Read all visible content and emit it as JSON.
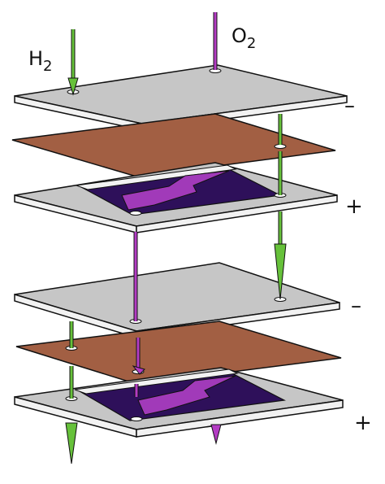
{
  "labels": {
    "h2": "H",
    "h2_sub": "2",
    "o2": "O",
    "o2_sub": "2",
    "minus_top": "–",
    "plus_top": "+",
    "minus_bottom": "–",
    "plus_bottom": "+"
  },
  "colors": {
    "plate": "#c6c6c6",
    "plate_edge": "#f2f2f2",
    "membrane": "#a25f43",
    "channel": "#2e105a",
    "flow_arrow": "#a13ab9",
    "hydrogen": "#66c13a",
    "oxygen": "#b43cc4",
    "outline": "#111111"
  }
}
